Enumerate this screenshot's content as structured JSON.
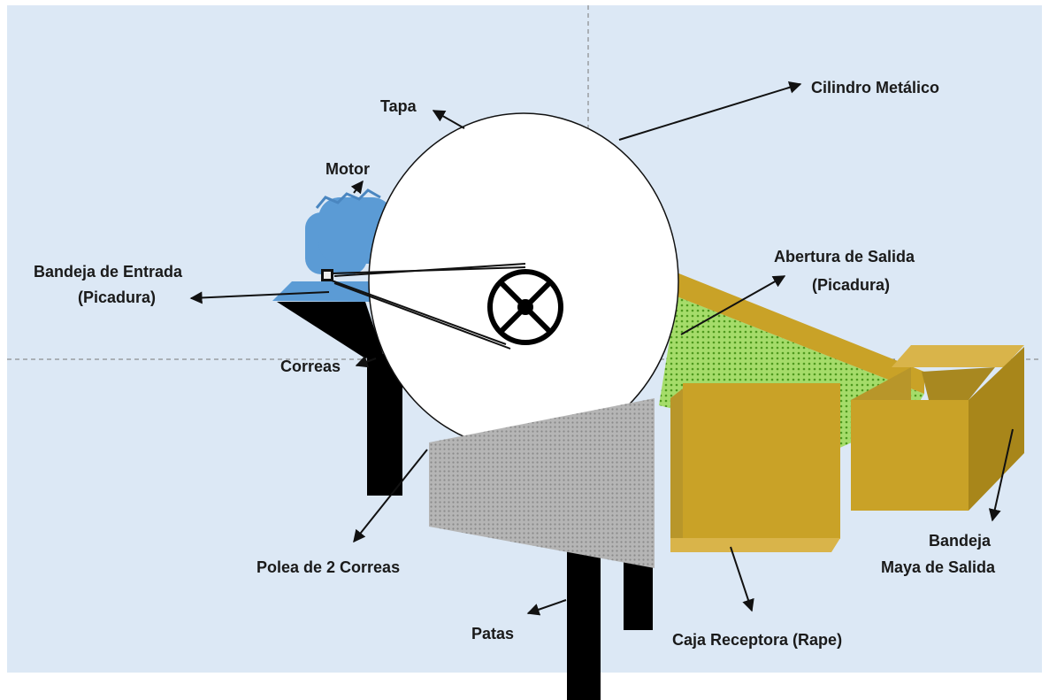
{
  "labels": {
    "tapa": "Tapa",
    "cilindro": "Cilindro Metálico",
    "motor": "Motor",
    "bandeja_entrada_1": "Bandeja de Entrada",
    "bandeja_entrada_2": "(Picadura)",
    "abertura_1": "Abertura de Salida",
    "abertura_2": "(Picadura)",
    "correas": "Correas",
    "polea": "Polea de 2 Correas",
    "patas": "Patas",
    "caja": "Caja Receptora (Rape)",
    "bandeja_maya_1": "Bandeja",
    "bandeja_maya_2": "Maya de Salida"
  },
  "colors": {
    "background": "#dce8f5",
    "motor": "#5b9bd5",
    "gold": "#c9a227",
    "mesh_green": "#8fd14f",
    "gray_mesh": "#a6a6a6"
  }
}
